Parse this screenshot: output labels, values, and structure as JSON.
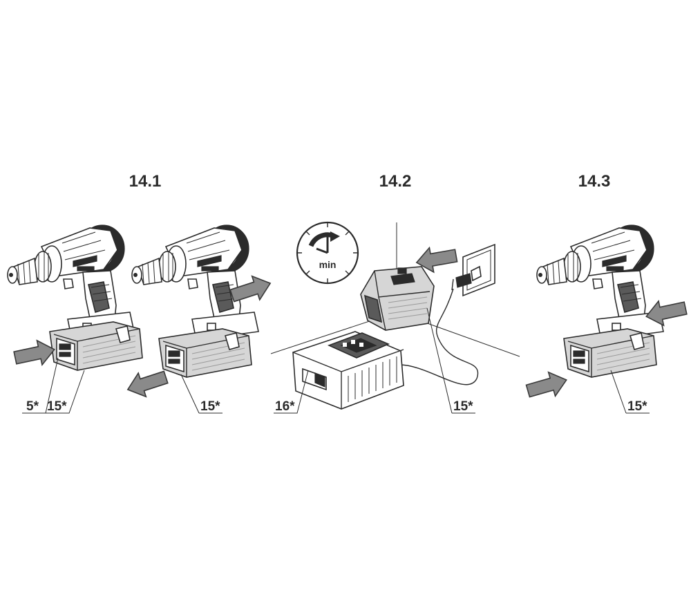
{
  "figures": [
    {
      "id": "14.1",
      "title": "14.1",
      "callouts": [
        "5*",
        "15*",
        "15*"
      ]
    },
    {
      "id": "14.2",
      "title": "14.2",
      "callouts": [
        "16*",
        "15*"
      ],
      "clock_label": "min"
    },
    {
      "id": "14.3",
      "title": "14.3",
      "callouts": [
        "15*"
      ]
    }
  ],
  "colors": {
    "line": "#2b2b2b",
    "arrow_fill": "#8a8a8a",
    "battery_fill": "#d6d6d6",
    "background": "#ffffff"
  }
}
